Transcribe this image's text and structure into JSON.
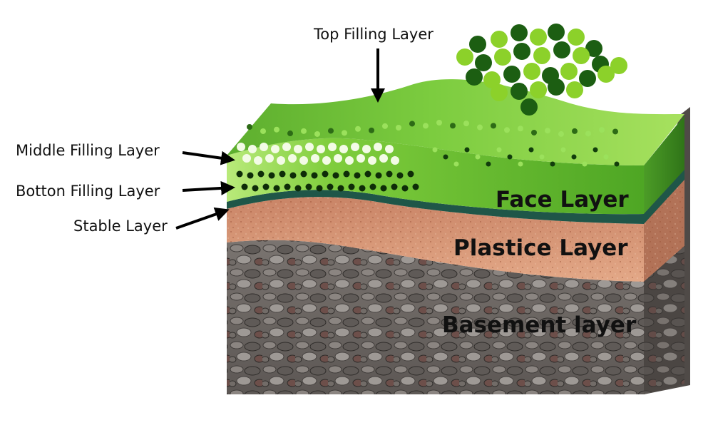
{
  "callouts": {
    "top_filling": "Top Filling Layer",
    "middle_filling": "Middle Filling Layer",
    "bottom_filling": "Botton Filling Layer",
    "stable": "Stable Layer"
  },
  "layers": {
    "face": "Face Layer",
    "plastice": "Plastice Layer",
    "basement": "Basement layer"
  },
  "colors": {
    "grass_light": "#a6e05c",
    "grass_mid": "#6cc13a",
    "grass_dark": "#3f8f1f",
    "stable_band": "#1f5648",
    "plastice": "#d48f6e",
    "basement": "#6f6a66",
    "granule_dark": "#1c5e12",
    "granule_light": "#8cd12a",
    "arrow": "#000000"
  }
}
